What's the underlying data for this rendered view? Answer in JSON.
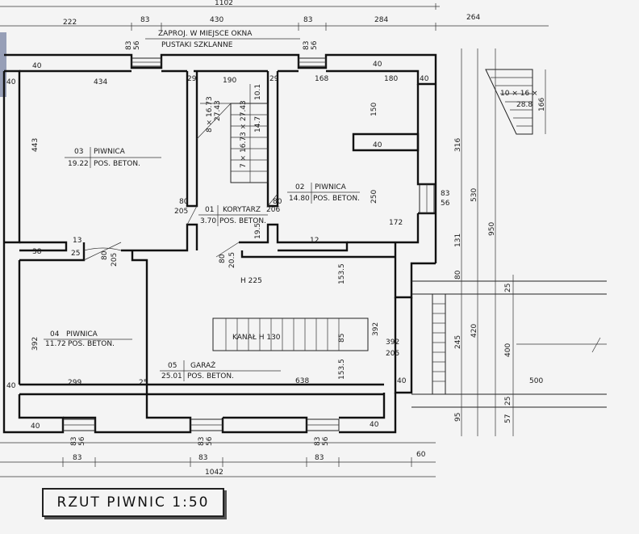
{
  "title": "RZUT  PIWNIC  1:50",
  "note": {
    "line1": "ZAPROJ. W  MIEJSCE OKNA",
    "line2": "PUSTAKI  SZKLANNE"
  },
  "rooms": [
    {
      "id": "03",
      "name": "PIWNICA",
      "area": "19.22",
      "floor": "POS. BETON."
    },
    {
      "id": "02",
      "name": "PIWNICA",
      "area": "14.80",
      "floor": "POS. BETON."
    },
    {
      "id": "01",
      "name": "KORYTARZ",
      "area": "3.70",
      "floor": "POS. BETON."
    },
    {
      "id": "04",
      "name": "PIWNICA",
      "area": "11.72",
      "floor": "POS. BETON."
    },
    {
      "id": "05",
      "name": "GARAŻ",
      "area": "25.01",
      "floor": "POS. BETON."
    }
  ],
  "labels": {
    "garage_height": "H 225",
    "canal": "KANAŁ  H 130",
    "stair_main": "7 × 16.73 × 27.43",
    "stair_small": "8 × 16.73",
    "stair_small_b": "27.43",
    "stair_outside_a": "10 × 16 ×",
    "stair_outside_b": "28.8"
  },
  "dims_top_total": "1102",
  "dims_top": [
    "222",
    "83",
    "430",
    "83",
    "284",
    "264"
  ],
  "dims_bottom": [
    "83",
    "83",
    "83",
    "60"
  ],
  "dims_bottom_total": "1042",
  "dims_right": [
    "316",
    "530",
    "950",
    "131",
    "80",
    "420",
    "245",
    "400",
    "95",
    "57",
    "25",
    "25",
    "500",
    "166"
  ],
  "dims_inner": {
    "d434": "434",
    "d190": "190",
    "d168": "168",
    "d180": "180",
    "d443": "443",
    "d150": "150",
    "d250": "250",
    "d172": "172",
    "d392a": "392",
    "d299": "299",
    "d638": "638",
    "d153a": "153.5",
    "d153b": "153.5",
    "d85": "85",
    "d392b": "392",
    "d392c": "392",
    "d205": "205",
    "w40": "40",
    "w38": "38",
    "w25": "25",
    "w13": "13",
    "w12": "12",
    "w29": "29",
    "w10": "10.1",
    "w147": "14.7",
    "w195": "19.5",
    "door80": "80",
    "door205": "205",
    "door205b": "20.5",
    "door206": "206",
    "win83": "83",
    "win56": "56"
  }
}
